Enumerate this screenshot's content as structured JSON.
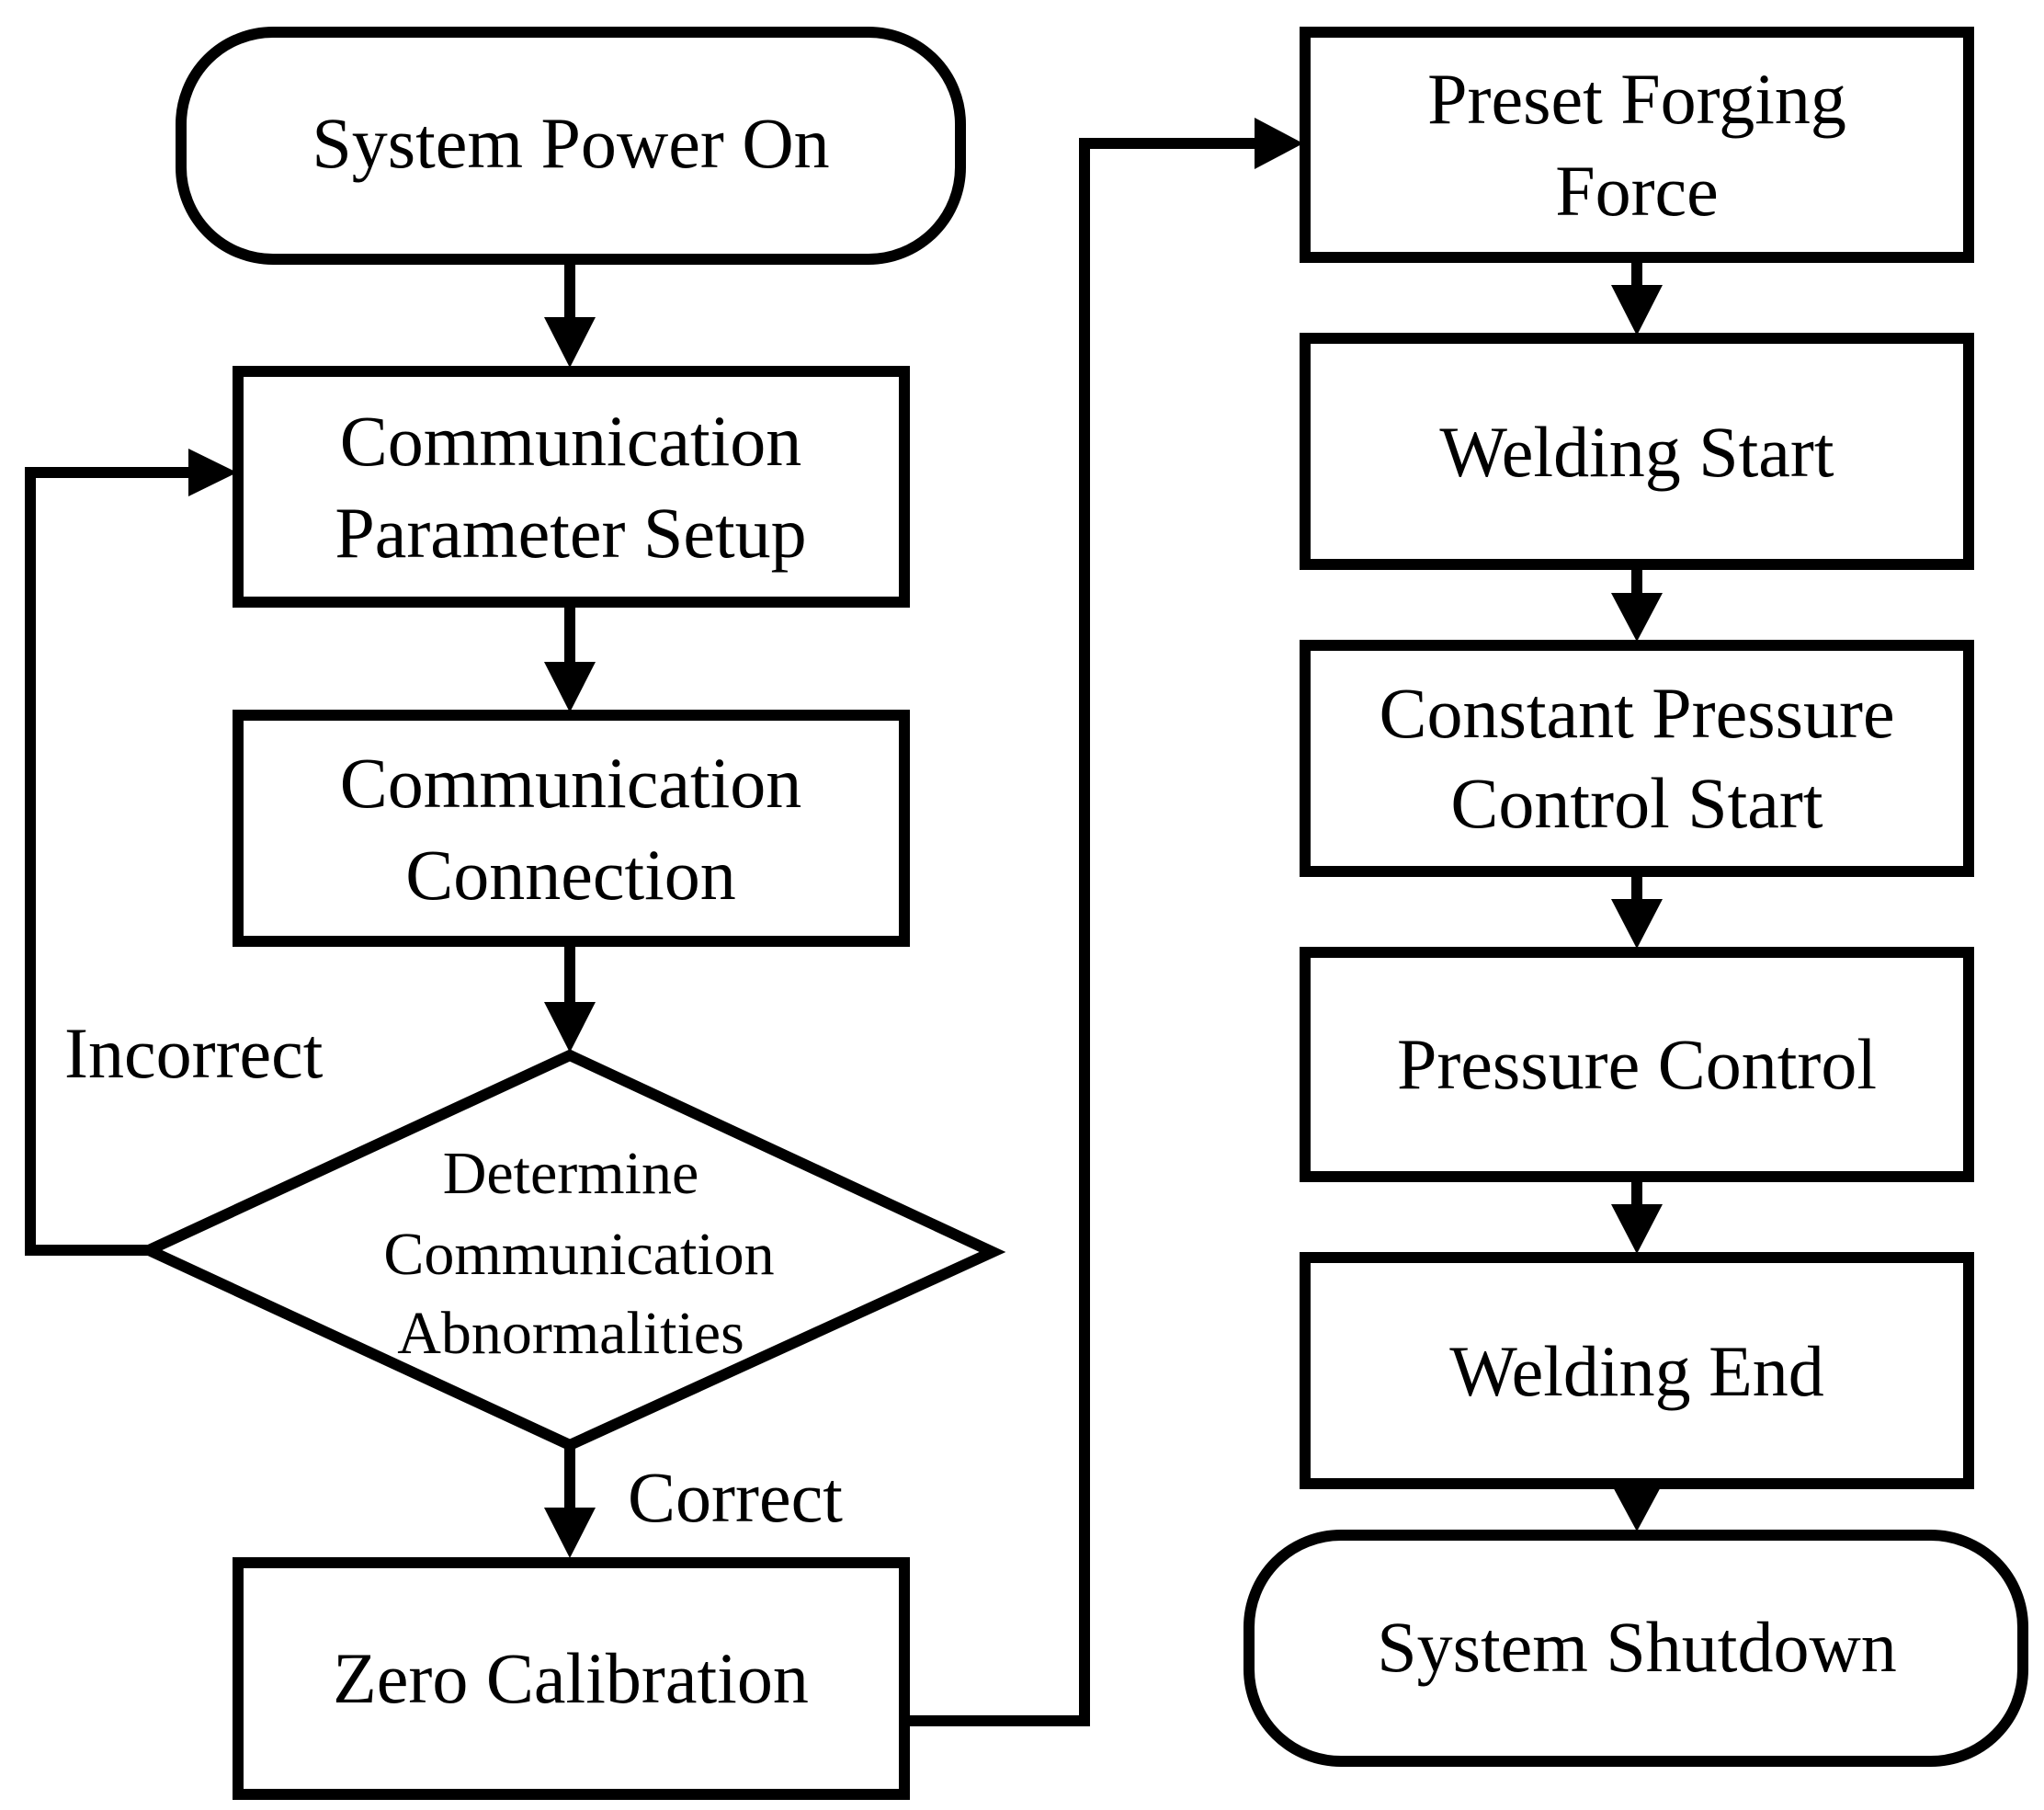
{
  "nodes": {
    "start": {
      "lines": [
        "System Power On"
      ]
    },
    "comm_param_setup": {
      "lines": [
        "Communication",
        "Parameter Setup"
      ]
    },
    "comm_connection": {
      "lines": [
        "Communication",
        "Connection"
      ]
    },
    "decision": {
      "lines": [
        "Determine",
        "Communication",
        "Abnormalities"
      ]
    },
    "zero_calibration": {
      "lines": [
        "Zero Calibration"
      ]
    },
    "preset_forging_force": {
      "lines": [
        "Preset Forging",
        "Force"
      ]
    },
    "welding_start": {
      "lines": [
        "Welding Start"
      ]
    },
    "constant_pressure_start": {
      "lines": [
        "Constant Pressure",
        "Control Start"
      ]
    },
    "pressure_control": {
      "lines": [
        "Pressure Control"
      ]
    },
    "welding_end": {
      "lines": [
        "Welding End"
      ]
    },
    "shutdown": {
      "lines": [
        "System Shutdown"
      ]
    }
  },
  "edge_labels": {
    "incorrect": "Incorrect",
    "correct": "Correct"
  },
  "colors": {
    "stroke": "#000000",
    "background": "#ffffff"
  }
}
